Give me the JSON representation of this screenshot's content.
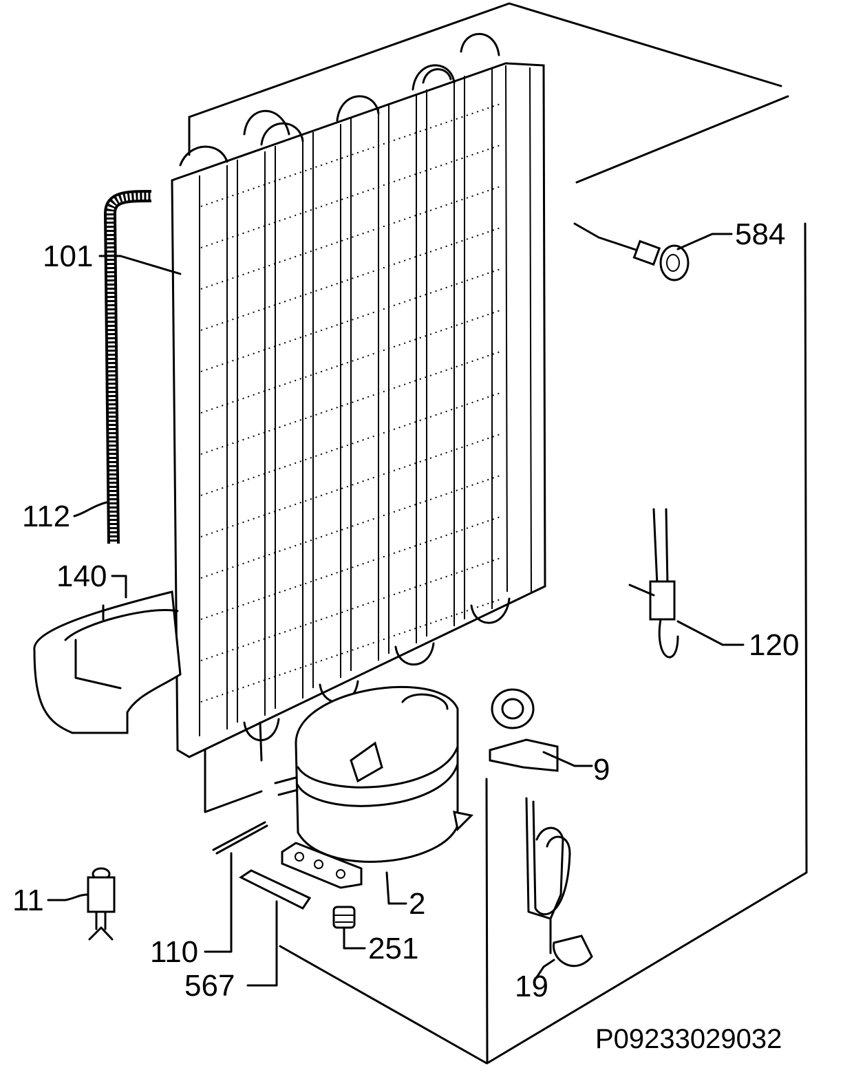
{
  "diagram": {
    "part_labels": {
      "p101": "101",
      "p112": "112",
      "p140": "140",
      "p584": "584",
      "p120": "120",
      "p9": "9",
      "p2": "2",
      "p11": "11",
      "p110": "110",
      "p251": "251",
      "p567": "567",
      "p19": "19"
    },
    "drawing_code": "P09233029032"
  }
}
